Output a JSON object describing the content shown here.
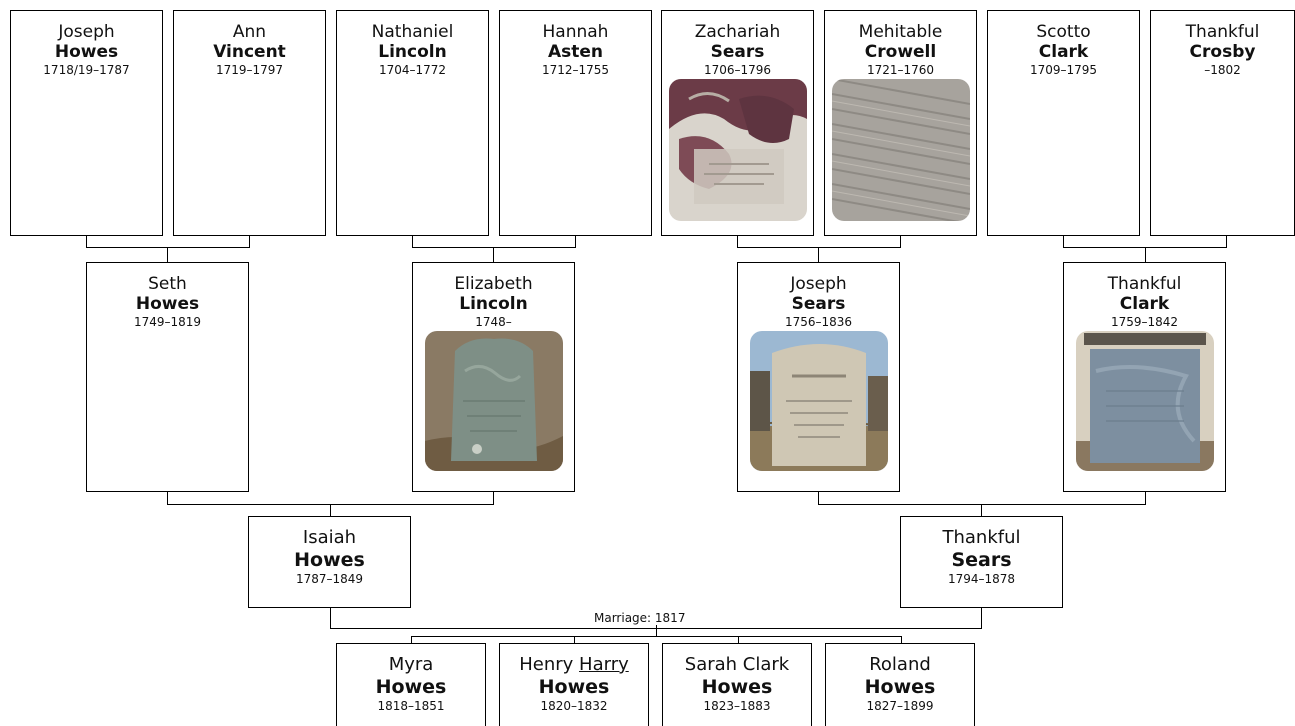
{
  "generation_great_grandparents": [
    {
      "given": "Joseph",
      "surname": "Howes",
      "dates": "1718/19–1787"
    },
    {
      "given": "Ann",
      "surname": "Vincent",
      "dates": "1719–1797"
    },
    {
      "given": "Nathaniel",
      "surname": "Lincoln",
      "dates": "1704–1772"
    },
    {
      "given": "Hannah",
      "surname": "Asten",
      "dates": "1712–1755"
    },
    {
      "given": "Zachariah",
      "surname": "Sears",
      "dates": "1706–1796"
    },
    {
      "given": "Mehitable",
      "surname": "Crowell",
      "dates": "1721–1760"
    },
    {
      "given": "Scotto",
      "surname": "Clark",
      "dates": "1709–1795"
    },
    {
      "given": "Thankful",
      "surname": "Crosby",
      "dates": "–1802"
    }
  ],
  "generation_grandparents": [
    {
      "given": "Seth",
      "surname": "Howes",
      "dates": "1749–1819"
    },
    {
      "given": "Elizabeth",
      "surname": "Lincoln",
      "dates": "1748–"
    },
    {
      "given": "Joseph",
      "surname": "Sears",
      "dates": "1756–1836"
    },
    {
      "given": "Thankful",
      "surname": "Clark",
      "dates": "1759–1842"
    }
  ],
  "generation_parents": [
    {
      "given": "Isaiah",
      "surname": "Howes",
      "dates": "1787–1849"
    },
    {
      "given": "Thankful",
      "surname": "Sears",
      "dates": "1794–1878"
    }
  ],
  "marriage": "Marriage: 1817",
  "children": [
    {
      "given": "Myra",
      "surname": "Howes",
      "dates": "1818–1851"
    },
    {
      "given": "Henry",
      "nickname": "Harry",
      "surname": "Howes",
      "dates": "1820–1832"
    },
    {
      "given": "Sarah Clark",
      "surname": "Howes",
      "dates": "1823–1883"
    },
    {
      "given": "Roland",
      "surname": "Howes",
      "dates": "1827–1899"
    }
  ],
  "colors": {
    "border": "#000000",
    "background": "#ffffff",
    "gravestone_gray": "#8f9295",
    "gravestone_blue": "#7d8fa0",
    "lichen_purple": "#6b3b47",
    "sky_blue": "#9cb8d2"
  }
}
